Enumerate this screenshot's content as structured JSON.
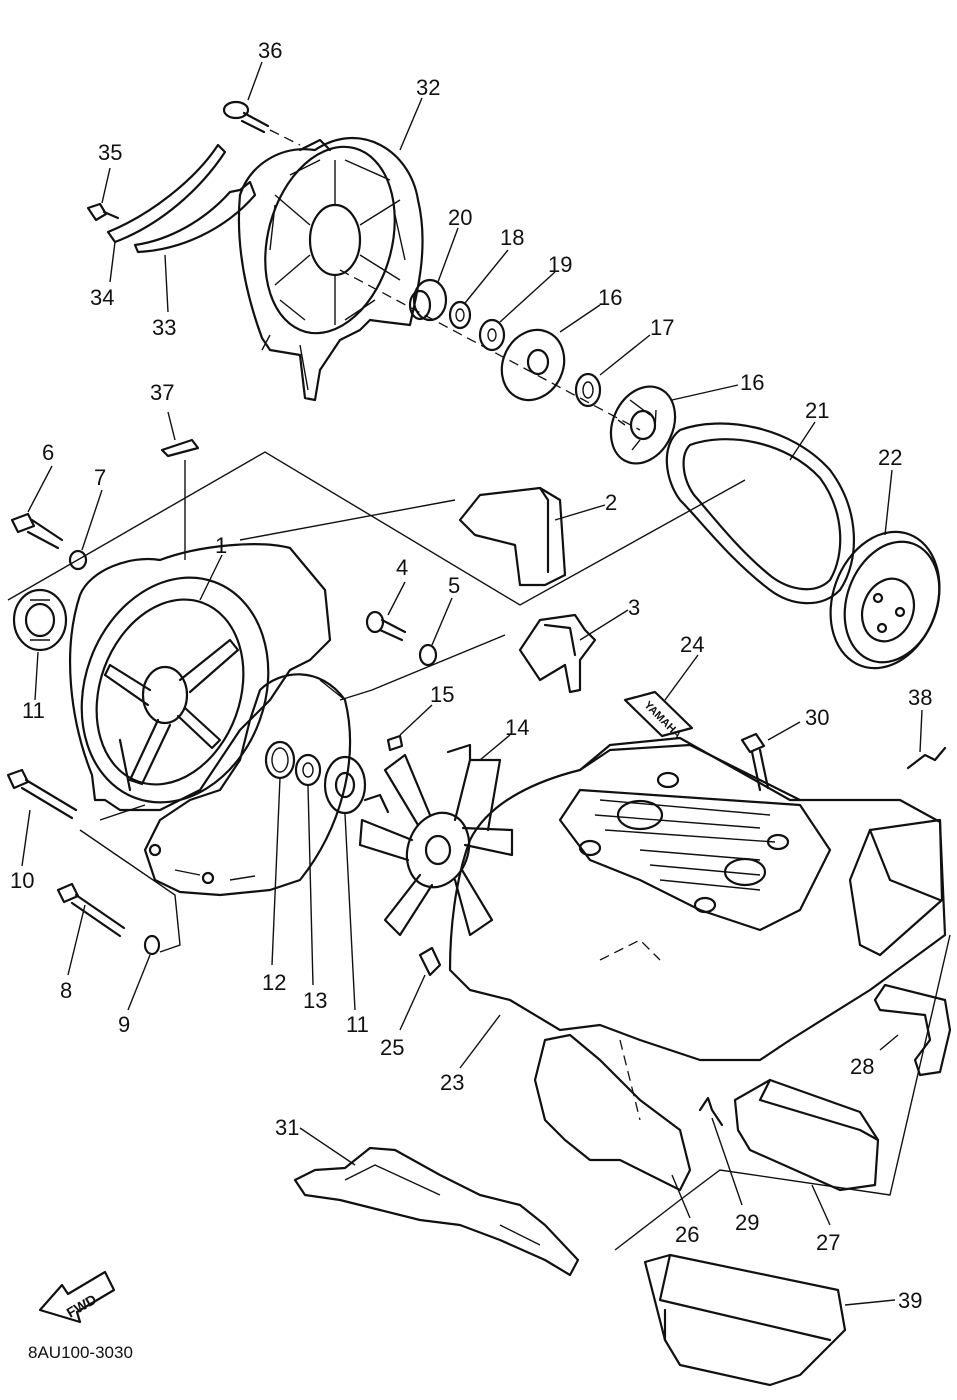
{
  "diagram": {
    "code": "8AU100-3030",
    "fwd_label": "FWD",
    "decal_text": "YAMAHA",
    "callouts": [
      {
        "id": "c1",
        "label": "1"
      },
      {
        "id": "c2",
        "label": "2"
      },
      {
        "id": "c3",
        "label": "3"
      },
      {
        "id": "c4",
        "label": "4"
      },
      {
        "id": "c5",
        "label": "5"
      },
      {
        "id": "c6",
        "label": "6"
      },
      {
        "id": "c7",
        "label": "7"
      },
      {
        "id": "c8",
        "label": "8"
      },
      {
        "id": "c9",
        "label": "9"
      },
      {
        "id": "c10",
        "label": "10"
      },
      {
        "id": "c11a",
        "label": "11"
      },
      {
        "id": "c11b",
        "label": "11"
      },
      {
        "id": "c12",
        "label": "12"
      },
      {
        "id": "c13",
        "label": "13"
      },
      {
        "id": "c14",
        "label": "14"
      },
      {
        "id": "c15",
        "label": "15"
      },
      {
        "id": "c16a",
        "label": "16"
      },
      {
        "id": "c16b",
        "label": "16"
      },
      {
        "id": "c17",
        "label": "17"
      },
      {
        "id": "c18",
        "label": "18"
      },
      {
        "id": "c19",
        "label": "19"
      },
      {
        "id": "c20",
        "label": "20"
      },
      {
        "id": "c21",
        "label": "21"
      },
      {
        "id": "c22",
        "label": "22"
      },
      {
        "id": "c23",
        "label": "23"
      },
      {
        "id": "c24",
        "label": "24"
      },
      {
        "id": "c25",
        "label": "25"
      },
      {
        "id": "c26",
        "label": "26"
      },
      {
        "id": "c27",
        "label": "27"
      },
      {
        "id": "c28",
        "label": "28"
      },
      {
        "id": "c29",
        "label": "29"
      },
      {
        "id": "c30",
        "label": "30"
      },
      {
        "id": "c31",
        "label": "31"
      },
      {
        "id": "c32",
        "label": "32"
      },
      {
        "id": "c33",
        "label": "33"
      },
      {
        "id": "c34",
        "label": "34"
      },
      {
        "id": "c35",
        "label": "35"
      },
      {
        "id": "c36",
        "label": "36"
      },
      {
        "id": "c37",
        "label": "37"
      },
      {
        "id": "c38",
        "label": "38"
      },
      {
        "id": "c39",
        "label": "39"
      }
    ]
  }
}
